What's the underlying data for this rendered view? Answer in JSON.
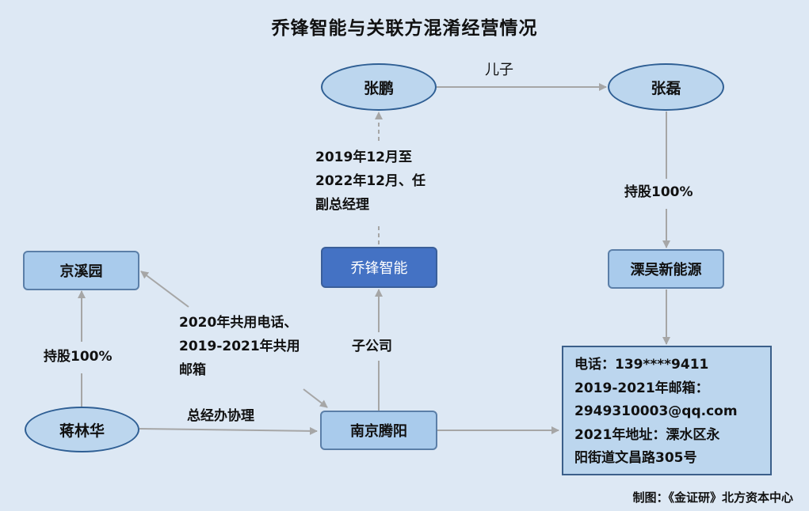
{
  "title": "乔锋智能与关联方混淆经营情况",
  "nodes": {
    "zhang_peng": "张鹏",
    "zhang_lei": "张磊",
    "qiaofeng": "乔锋智能",
    "jingxiyuan": "京溪园",
    "liwu": "溧吴新能源",
    "jiang_linhua": "蒋林华",
    "nanjing_tengyang": "南京腾阳"
  },
  "edges": {
    "son": "儿子",
    "vp_line1": "2019年12月至",
    "vp_line2": "2022年12月、任",
    "vp_line3": "副总经理",
    "hold_right": "持股100%",
    "hold_left": "持股100%",
    "shared_line1": "2020年共用电话、",
    "shared_line2": "2019-2021年共用",
    "shared_line3": "邮箱",
    "subsidiary": "子公司",
    "assistant": "总经办协理"
  },
  "info_box": {
    "line1": "电话：139****9411",
    "line2": "2019-2021年邮箱：",
    "line3": "2949310003@qq.com",
    "line4": "2021年地址：溧水区永",
    "line5": "阳街道文昌路305号"
  },
  "credit": "制图：《金证研》北方资本中心",
  "colors": {
    "background": "#dde8f4",
    "node_fill": "#bcd6ee",
    "box_fill": "#a9cbec",
    "highlight_box": "#4472c4",
    "arrow": "#a6a6a6"
  }
}
